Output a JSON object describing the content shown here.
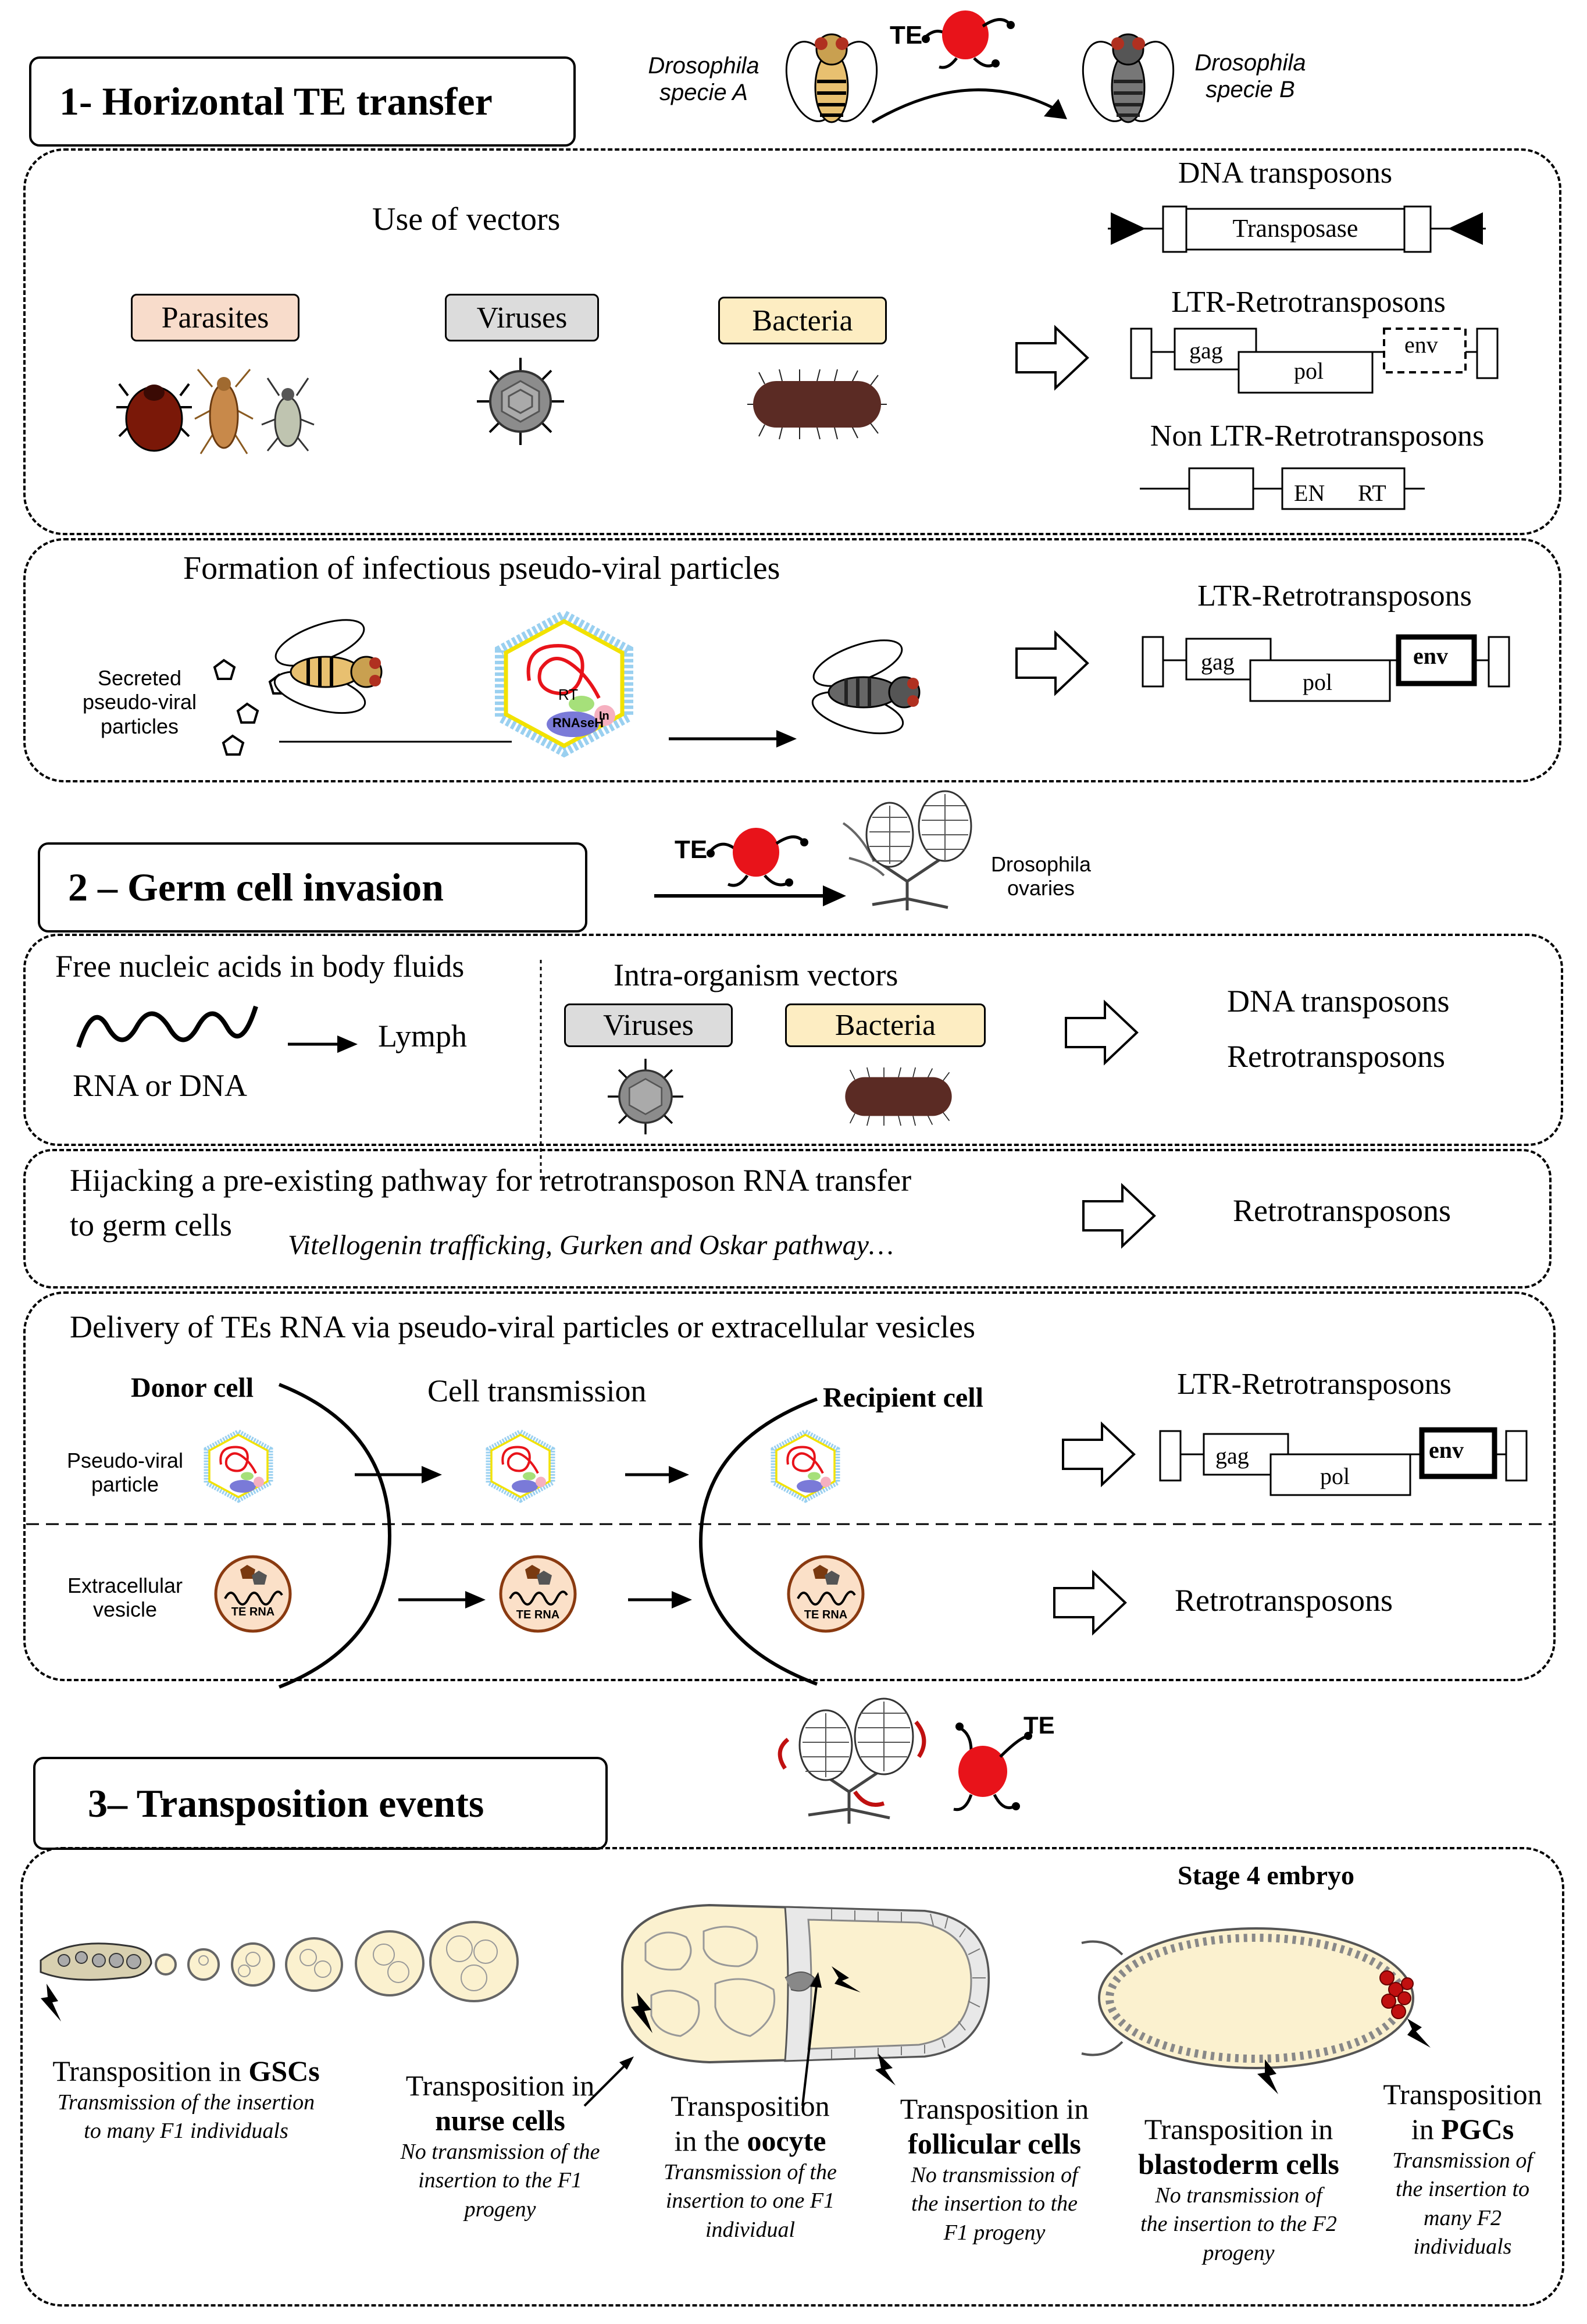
{
  "sections": {
    "s1": {
      "title": "1- Horizontal TE transfer",
      "species_a": "Drosophila\nspecie A",
      "species_b": "Drosophila\nspecie B",
      "te_label": "TE",
      "panel1": {
        "vectors_title": "Use of vectors",
        "parasites": "Parasites",
        "viruses": "Viruses",
        "bacteria": "Bacteria",
        "dna_transposons": "DNA transposons",
        "transposase": "Transposase",
        "ltr_retro": "LTR-Retrotransposons",
        "gag": "gag",
        "pol": "pol",
        "env": "env",
        "non_ltr": "Non LTR-Retrotransposons",
        "en": "EN",
        "rt": "RT"
      },
      "panel2": {
        "title": "Formation of infectious pseudo-viral particles",
        "secreted": "Secreted\npseudo-viral\nparticles",
        "rt": "RT",
        "rnaseh": "RNAseH",
        "in": "In",
        "ltr_retro": "LTR-Retrotransposons",
        "gag": "gag",
        "pol": "pol",
        "env": "env"
      }
    },
    "s2": {
      "title": "2 – Germ cell invasion",
      "te_label": "TE",
      "ovaries": "Drosophila\novaries",
      "panel1": {
        "free_na": "Free nucleic acids in body fluids",
        "rna_dna": "RNA or DNA",
        "lymph": "Lymph",
        "intra": "Intra-organism vectors",
        "viruses": "Viruses",
        "bacteria": "Bacteria",
        "dna_transposons": "DNA transposons",
        "retrotransposons": "Retrotransposons"
      },
      "panel2": {
        "line1": "Hijacking a pre-existing pathway for retrotransposon RNA transfer",
        "line2": "to germ cells",
        "examples": "Vitellogenin trafficking, Gurken and Oskar pathway…",
        "retrotransposons": "Retrotransposons"
      },
      "panel3": {
        "title": "Delivery of TEs RNA via pseudo-viral particles or extracellular vesicles",
        "donor": "Donor cell",
        "transmission": "Cell transmission",
        "recipient": "Recipient cell",
        "pvp": "Pseudo-viral\nparticle",
        "ev": "Extracellular\nvesicle",
        "te_rna": "TE RNA",
        "ltr_retro": "LTR-Retrotransposons",
        "gag": "gag",
        "pol": "pol",
        "env": "env",
        "retrotransposons": "Retrotransposons"
      }
    },
    "s3": {
      "title": "3– Transposition events",
      "te_label": "TE",
      "stage4": "Stage 4 embryo",
      "captions": [
        {
          "pre": "Transposition in ",
          "bold": "GSCs",
          "sub": "Transmission of the insertion\nto many F1 individuals"
        },
        {
          "pre": "Transposition in",
          "bold": "nurse cells",
          "sub": "No transmission of the\ninsertion to the F1\nprogeny"
        },
        {
          "pre": "Transposition\nin the ",
          "bold": "oocyte",
          "sub": "Transmission of the\ninsertion to one F1\nindividual"
        },
        {
          "pre": "Transposition in",
          "bold": "follicular cells",
          "sub": "No transmission of\nthe insertion to the\nF1 progeny"
        },
        {
          "pre": "Transposition in",
          "bold": "blastoderm cells",
          "sub": "No transmission of\nthe insertion to the F2\nprogeny"
        },
        {
          "pre": "Transposition\nin ",
          "bold": "PGCs",
          "sub": "Transmission of\nthe insertion to\nmany F2\nindividuals"
        }
      ]
    }
  },
  "colors": {
    "parasites_fill": "#f8dccb",
    "viruses_fill": "#dcdcdc",
    "bacteria_fill": "#fdedc2",
    "te_red": "#e8131a",
    "egg_fill": "#fbf1cf",
    "bacterium": "#5b2b24"
  }
}
